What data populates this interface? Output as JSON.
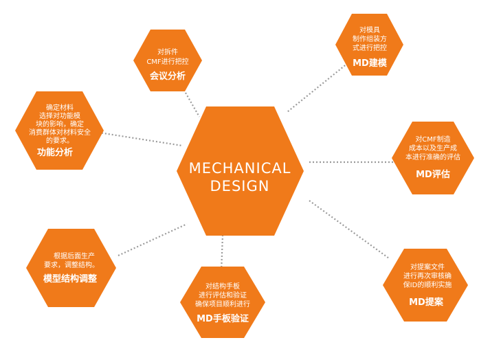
{
  "colors": {
    "hex_fill": "#f07a1a",
    "hex_fill_dark": "#e9700f",
    "connector": "#9a9a9a",
    "text": "#ffffff"
  },
  "center": {
    "line1": "MECHANICAL",
    "line2": "DESIGN"
  },
  "nodes": [
    {
      "id": "huiyi",
      "desc1": "对拆件",
      "desc2": "CMF进行把控",
      "desc3": "",
      "title": "会议分析"
    },
    {
      "id": "jianmo",
      "desc1": "对模具",
      "desc2": "制作组装方",
      "desc3": "式进行把控",
      "title": "MD建模"
    },
    {
      "id": "gongneng",
      "desc1": "确定材料",
      "desc2": "选择对功能模",
      "desc3": "块的影响，确定",
      "desc4": "消费群体对材料安全",
      "desc5": "的要求。",
      "title": "功能分析"
    },
    {
      "id": "pinggu",
      "desc1": "对CMF制造",
      "desc2": "成本以及生产成",
      "desc3": "本进行准确的评估",
      "title": "MD评估"
    },
    {
      "id": "moxing",
      "desc1": "根据后面生产",
      "desc2": "要求，调整结构。",
      "desc3": "",
      "title": "模型结构调整"
    },
    {
      "id": "shouban",
      "desc1": "对结构手板",
      "desc2": "进行评估和验证",
      "desc3": "确保项目顺利进行",
      "title": "MD手板验证"
    },
    {
      "id": "tian",
      "desc1": "对提案文件",
      "desc2": "进行再次审核确",
      "desc3": "保ID的顺利实施",
      "title": "MD提案"
    }
  ]
}
